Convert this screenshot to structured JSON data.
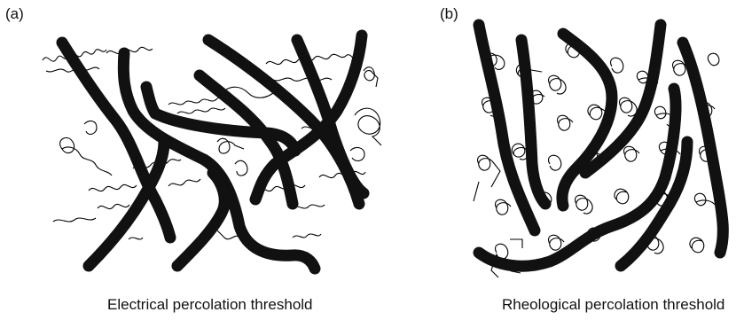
{
  "panels": [
    {
      "label": "(a)",
      "caption": "Electrical percolation threshold"
    },
    {
      "label": "(b)",
      "caption": "Rheological percolation threshold"
    }
  ]
}
